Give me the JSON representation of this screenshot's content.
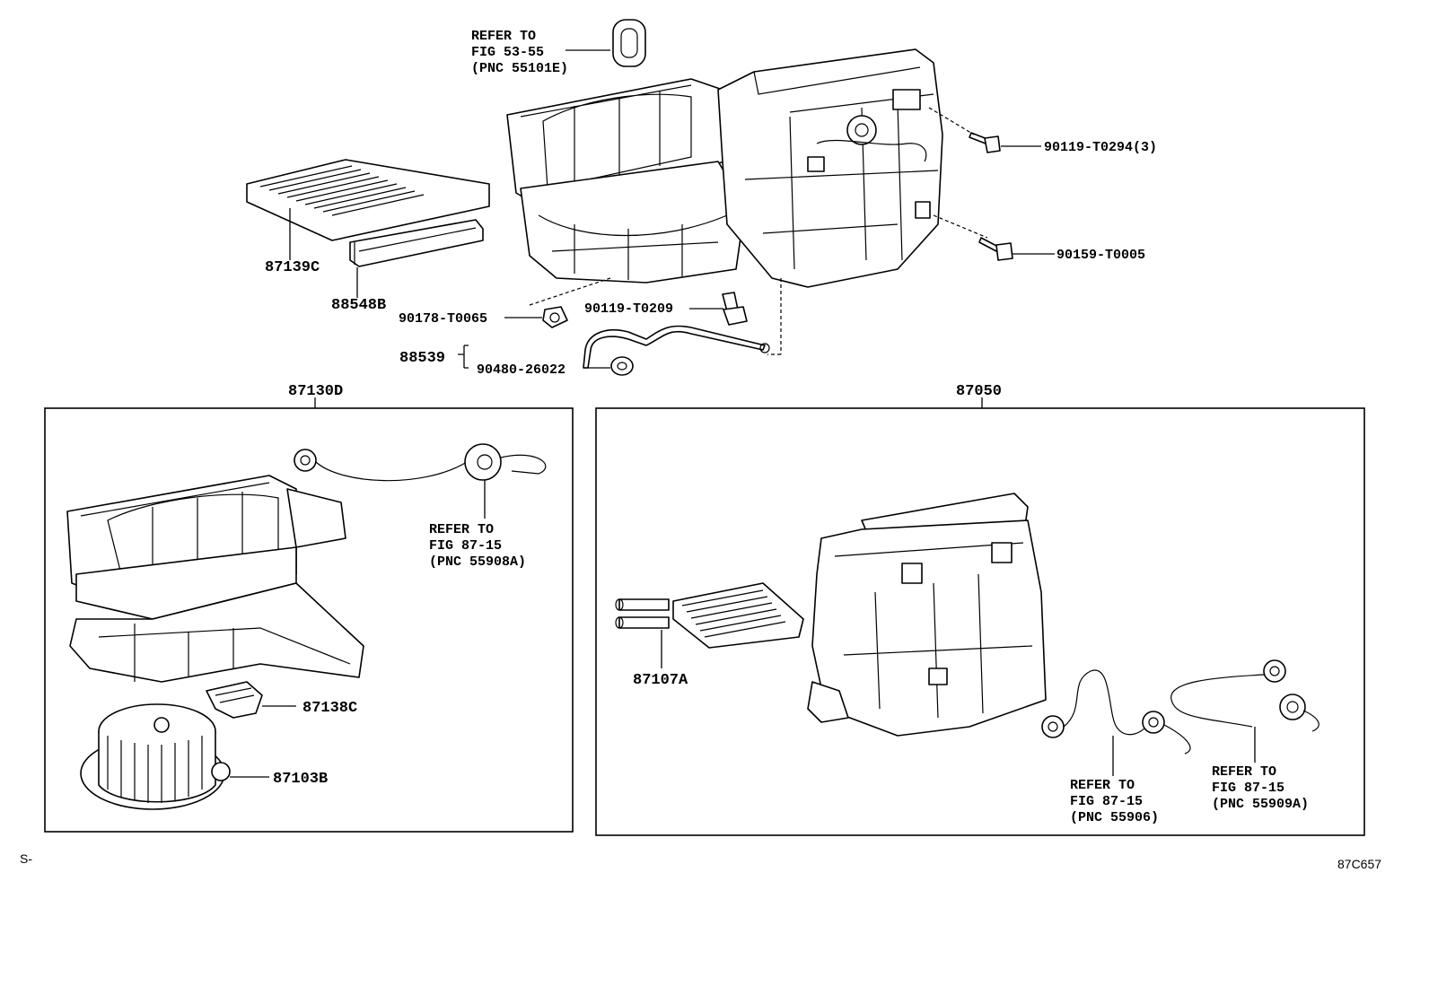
{
  "labels": {
    "refer_top": [
      "REFER TO",
      "FIG 53-55",
      "(PNC 55101E)"
    ],
    "p90119_T0294": "90119-T0294(3)",
    "p90159_T0005": "90159-T0005",
    "p87139C": "87139C",
    "p88548B": "88548B",
    "p90178_T0065": "90178-T0065",
    "p90119_T0209": "90119-T0209",
    "p88539": "88539",
    "p90480_26022": "90480-26022",
    "p87130D": "87130D",
    "p87050": "87050",
    "refer_blower": [
      "REFER TO",
      "FIG 87-15",
      "(PNC 55908A)"
    ],
    "p87138C": "87138C",
    "p87103B": "87103B",
    "p87107A": "87107A",
    "refer_55906": [
      "REFER TO",
      "FIG 87-15",
      "(PNC 55906)"
    ],
    "refer_55909A": [
      "REFER TO",
      "FIG 87-15",
      "(PNC 55909A)"
    ],
    "corner_left": "S-",
    "corner_right": "87C657"
  }
}
